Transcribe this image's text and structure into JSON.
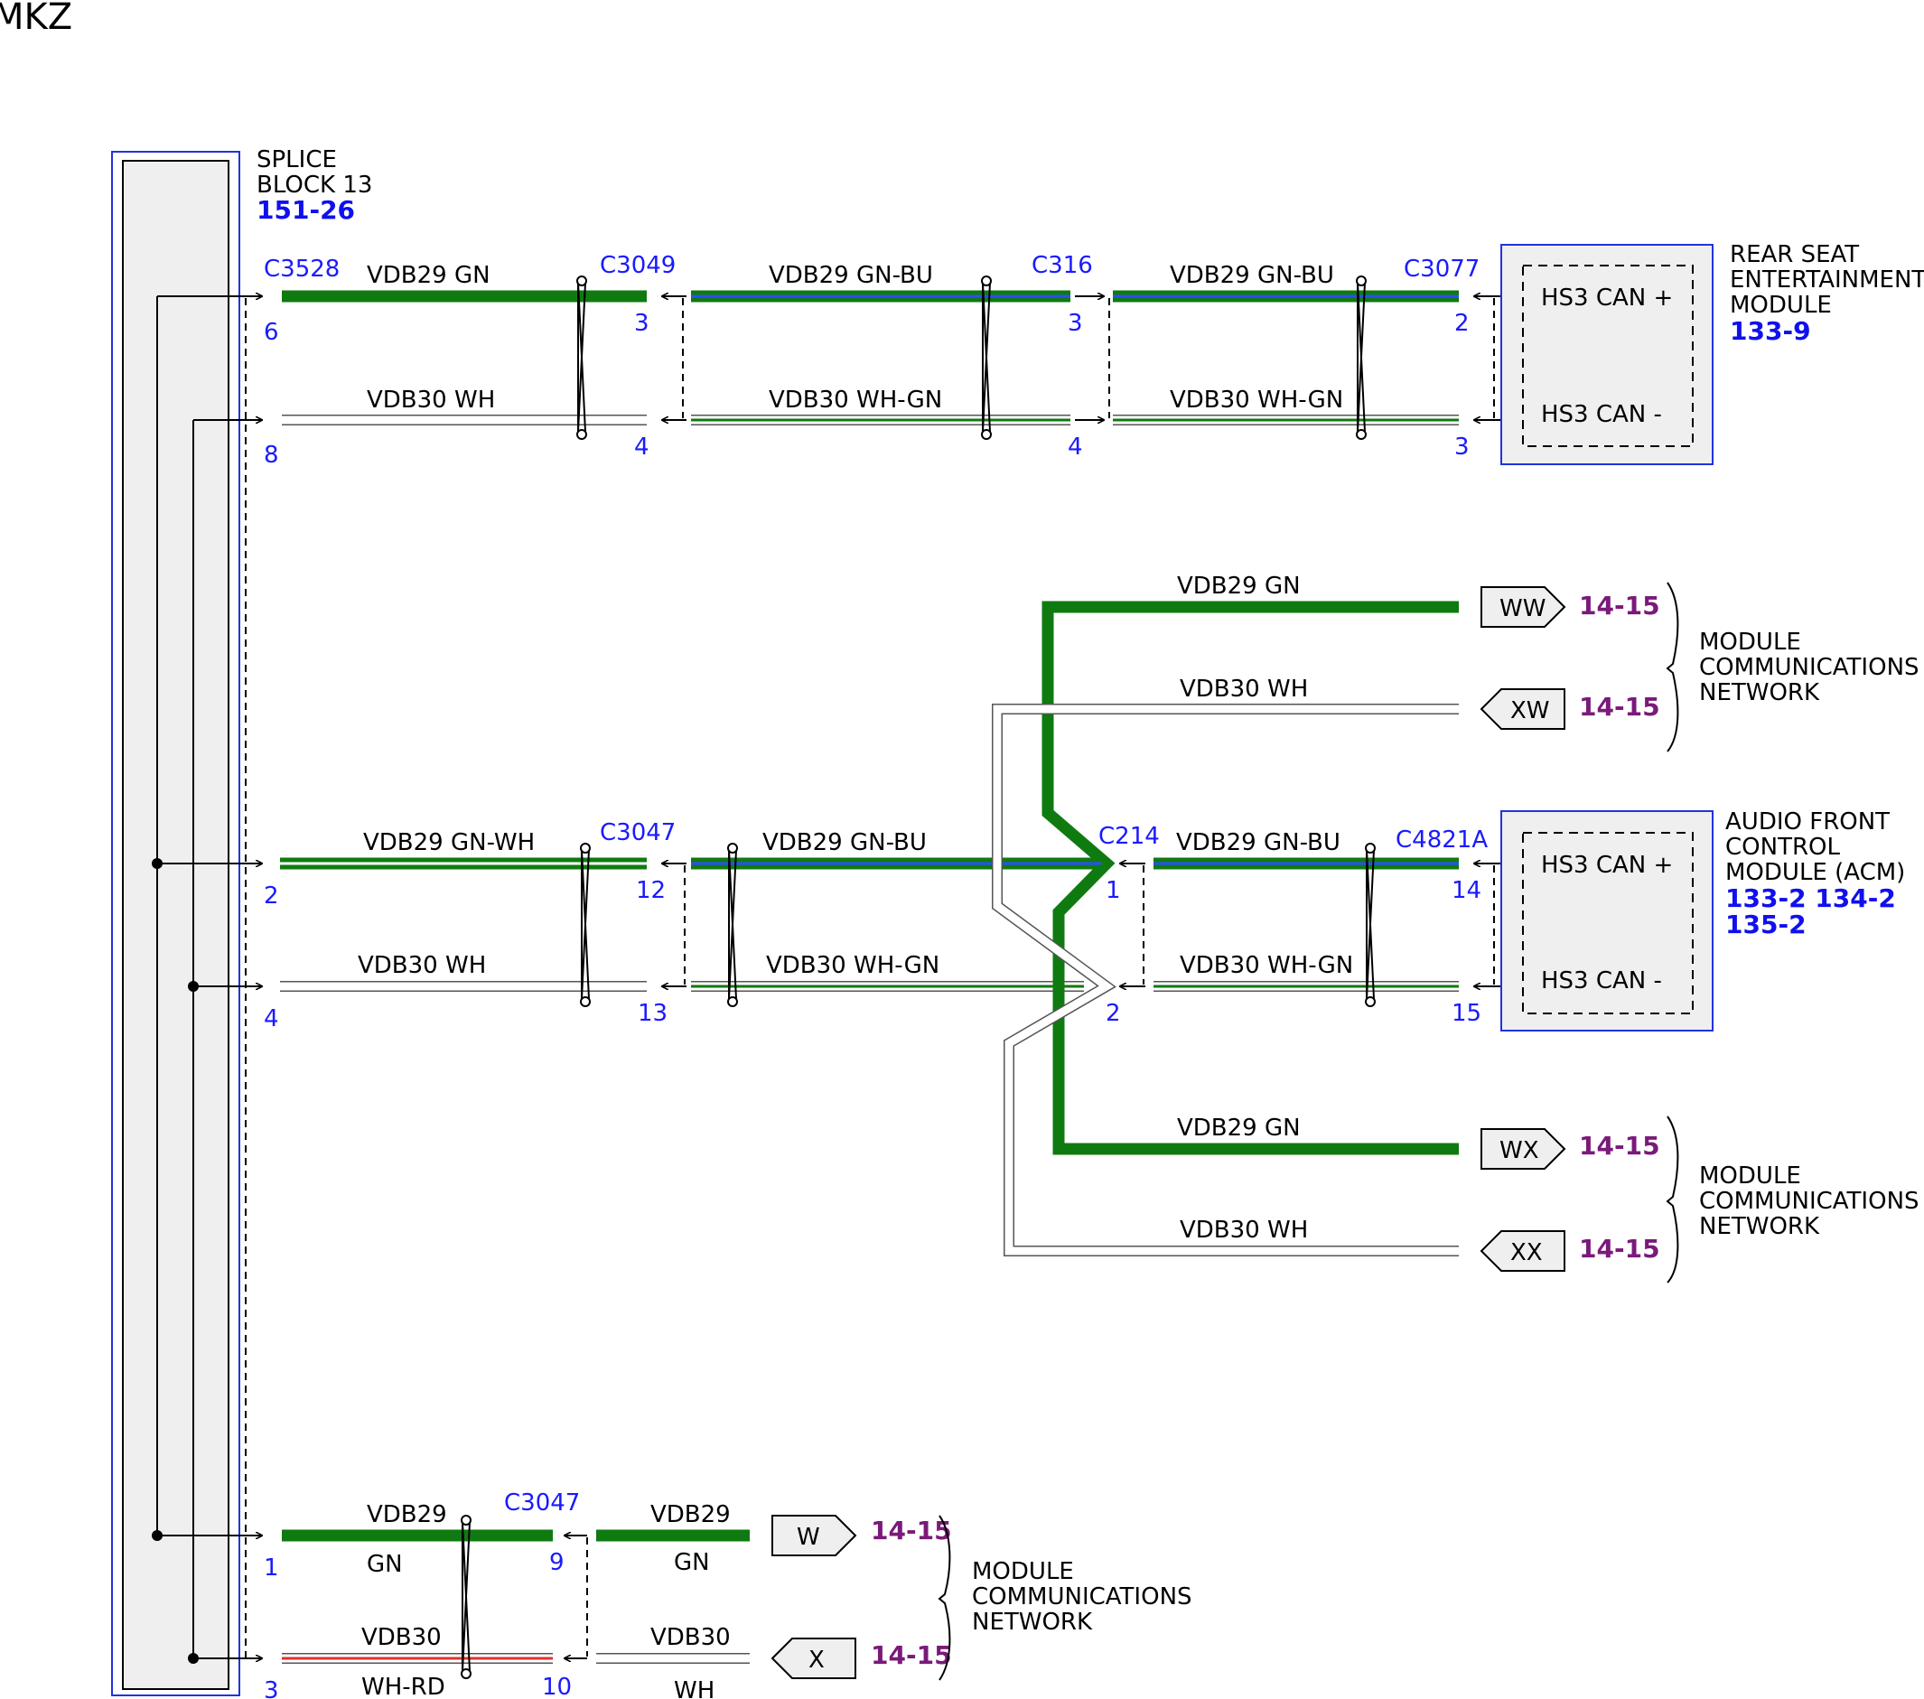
{
  "page": {
    "model": "MKZ"
  },
  "colors": {
    "wire_green": "#0f7a10",
    "wire_blue_stripe": "#2b4fff",
    "wire_red_stripe": "#e53030",
    "module_border": "#2233dd",
    "module_fill": "#efefef",
    "ref_blue": "#1a1aff",
    "ref_page": "#7a1a7a"
  },
  "splice": {
    "label_lines": [
      "SPLICE",
      "BLOCK 13"
    ],
    "ref": "151-26",
    "connector": "C3528"
  },
  "modules": {
    "rse": {
      "label_lines": [
        "REAR SEAT",
        "ENTERTAINMENT",
        "MODULE"
      ],
      "ref": "133-9",
      "pin_plus": "HS3 CAN +",
      "pin_minus": "HS3 CAN -"
    },
    "acm": {
      "label_lines": [
        "AUDIO FRONT",
        "CONTROL",
        "MODULE (ACM)"
      ],
      "ref_line1": "133-2 134-2",
      "ref_line2": "135-2",
      "pin_plus": "HS3 CAN +",
      "pin_minus": "HS3 CAN -"
    }
  },
  "connectors": {
    "c3528": "C3528",
    "c3049": "C3049",
    "c316": "C316",
    "c3077": "C3077",
    "c3047_mid": "C3047",
    "c214": "C214",
    "c4821a": "C4821A",
    "c3047_bot": "C3047"
  },
  "pins": {
    "p6": "6",
    "p8": "8",
    "p3a": "3",
    "p4a": "4",
    "p3b": "3",
    "p4b": "4",
    "p2a": "2",
    "p3c": "3",
    "p2b": "2",
    "p4c": "4",
    "p12": "12",
    "p13": "13",
    "p1a": "1",
    "p2c": "2",
    "p14": "14",
    "p15": "15",
    "p1b": "1",
    "p3d": "3",
    "p9": "9",
    "p10": "10"
  },
  "wires": {
    "vdb29_gn": "VDB29  GN",
    "vdb29_gn_bu": "VDB29  GN-BU",
    "vdb30_wh": "VDB30  WH",
    "vdb30_wh_gn": "VDB30  WH-GN",
    "vdb29_gn_wh": "VDB29   GN-WH",
    "vdb30_wh_mid": "VDB30   WH",
    "vdb29": "VDB29",
    "vdb30": "VDB30",
    "gn": "GN",
    "wh": "WH",
    "wh_rd": "WH-RD"
  },
  "offpage": {
    "ww": "WW",
    "xw": "XW",
    "wx": "WX",
    "xx": "XX",
    "w": "W",
    "x": "X",
    "page_ref": "14-15",
    "network_label_lines": [
      "MODULE",
      "COMMUNICATIONS",
      "NETWORK"
    ]
  }
}
